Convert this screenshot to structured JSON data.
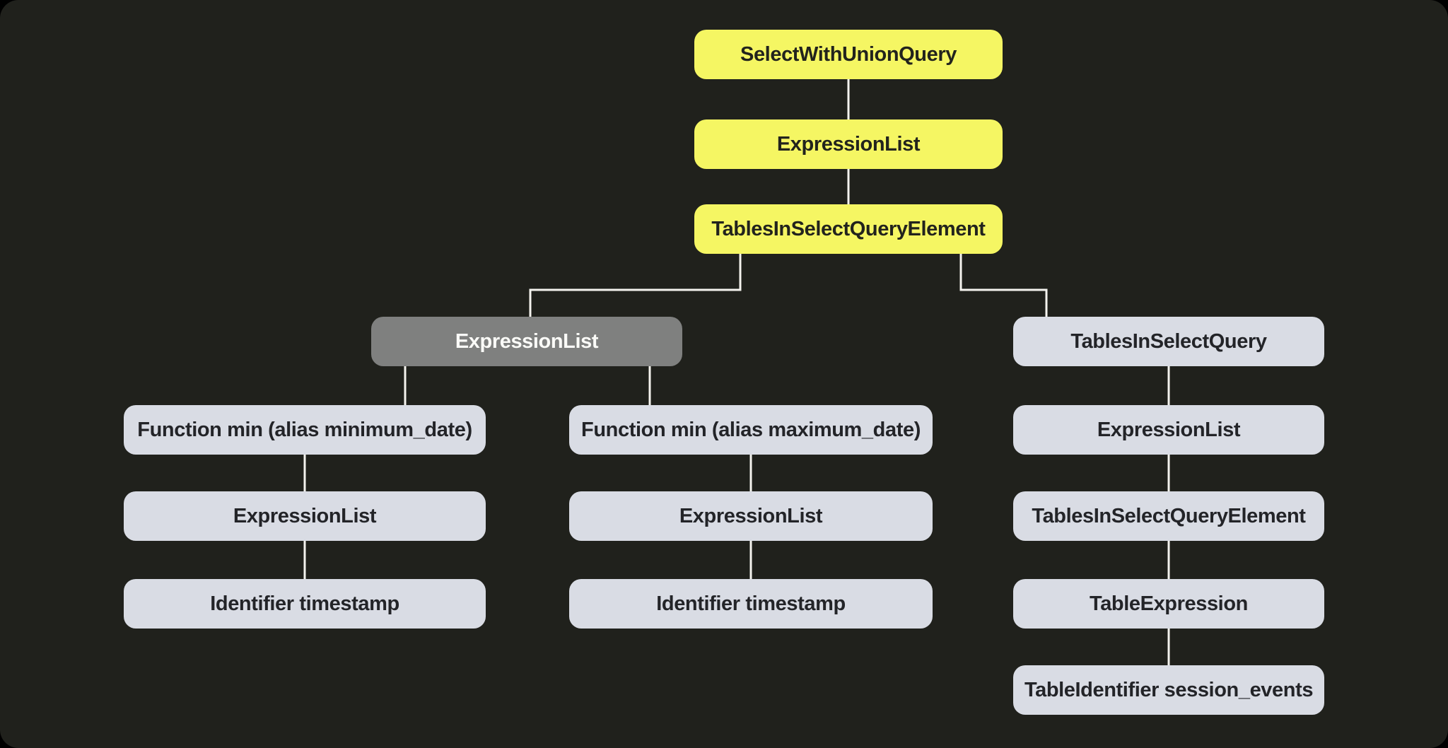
{
  "colors": {
    "background_outer": "#000000",
    "background_inner": "#20211c",
    "node_highlight": "#f5f663",
    "node_selected": "#7f807f",
    "node_default": "#d9dce4",
    "edge": "#f4f3ee",
    "text_on_light": "#232428",
    "text_on_dark": "#fbfbf8"
  },
  "tree": {
    "type": "query-ast-tree",
    "nodes": [
      {
        "id": "n0",
        "label": "SelectWithUnionQuery",
        "variant": "highlight"
      },
      {
        "id": "n1",
        "label": "ExpressionList",
        "variant": "highlight"
      },
      {
        "id": "n2",
        "label": "TablesInSelectQueryElement",
        "variant": "highlight"
      },
      {
        "id": "n3",
        "label": "ExpressionList",
        "variant": "selected"
      },
      {
        "id": "n4",
        "label": "TablesInSelectQuery",
        "variant": "default"
      },
      {
        "id": "n5",
        "label": "Function min (alias minimum_date)",
        "variant": "default"
      },
      {
        "id": "n6",
        "label": "Function min (alias maximum_date)",
        "variant": "default"
      },
      {
        "id": "n7",
        "label": "ExpressionList",
        "variant": "default"
      },
      {
        "id": "n8",
        "label": "ExpressionList",
        "variant": "default"
      },
      {
        "id": "n9",
        "label": "ExpressionList",
        "variant": "default"
      },
      {
        "id": "n10",
        "label": "TablesInSelectQueryElement",
        "variant": "default"
      },
      {
        "id": "n11",
        "label": "Identifier timestamp",
        "variant": "default"
      },
      {
        "id": "n12",
        "label": "Identifier timestamp",
        "variant": "default"
      },
      {
        "id": "n13",
        "label": "TableExpression",
        "variant": "default"
      },
      {
        "id": "n14",
        "label": "TableIdentifier session_events",
        "variant": "default"
      }
    ],
    "edges": [
      [
        "n0",
        "n1"
      ],
      [
        "n1",
        "n2"
      ],
      [
        "n2",
        "n3"
      ],
      [
        "n2",
        "n4"
      ],
      [
        "n3",
        "n5"
      ],
      [
        "n3",
        "n6"
      ],
      [
        "n4",
        "n7"
      ],
      [
        "n5",
        "n8"
      ],
      [
        "n6",
        "n9"
      ],
      [
        "n7",
        "n10"
      ],
      [
        "n8",
        "n11"
      ],
      [
        "n9",
        "n12"
      ],
      [
        "n10",
        "n13"
      ],
      [
        "n13",
        "n14"
      ]
    ]
  }
}
